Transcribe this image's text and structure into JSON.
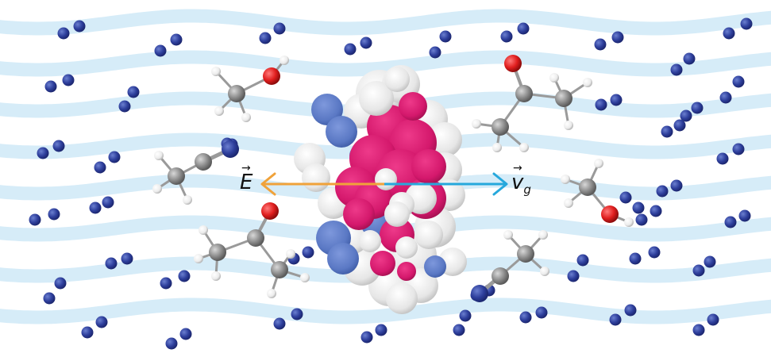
{
  "labels": {
    "field": "E",
    "velocity": "v",
    "velocity_subscript": "g"
  },
  "colors": {
    "background": "#ffffff",
    "wave_band": "#d6ecf8",
    "gas_atom": "#2e3f9c",
    "field_arrow": "#f0a23a",
    "velocity_arrow": "#26a8dc",
    "protein_magenta": "#d4186c",
    "protein_blue": "#5a78c4",
    "protein_white": "#eeeeee",
    "oxygen": "#e01e1e",
    "carbon": "#8c8c8c",
    "hydrogen": "#f4f4f4"
  },
  "icons": [
    "nitrogen-molecule",
    "methanol-molecule",
    "acetonitrile-molecule",
    "acetone-molecule",
    "protein-surface",
    "electric-field-arrow",
    "drift-velocity-arrow"
  ]
}
